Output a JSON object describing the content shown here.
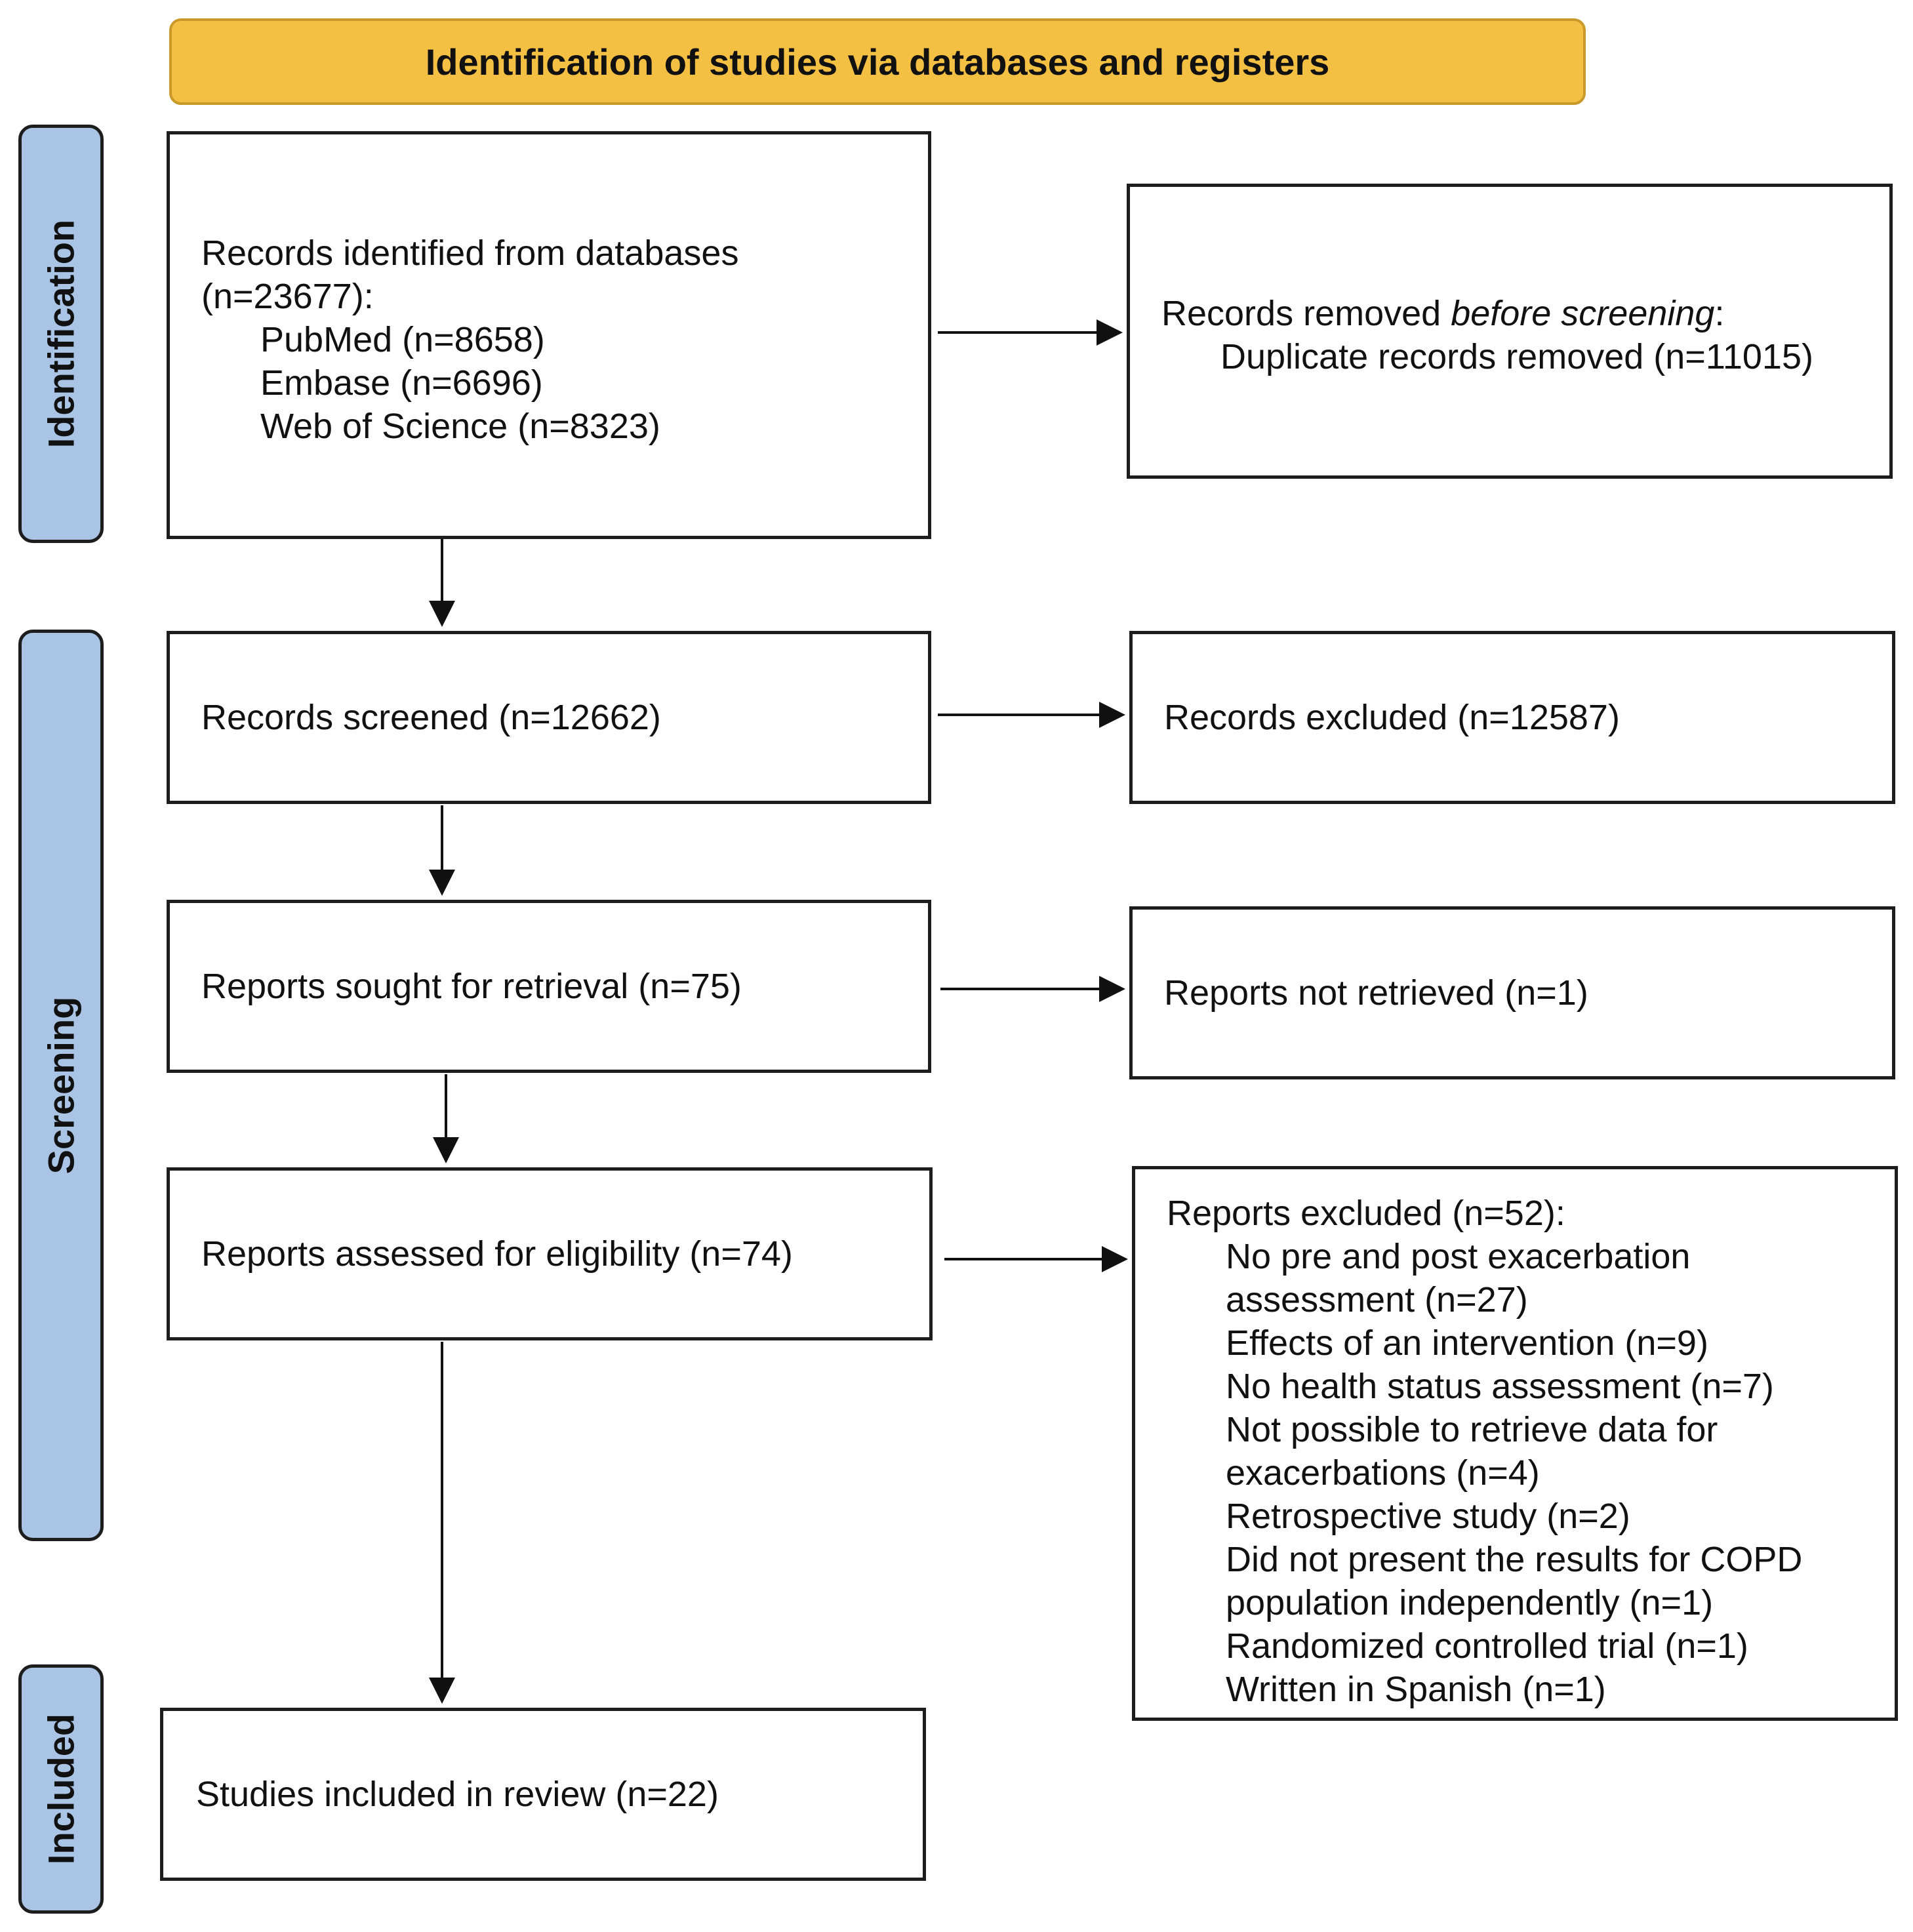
{
  "banner": "Identification of studies via databases and registers",
  "phases": {
    "identification": "Identification",
    "screening": "Screening",
    "included": "Included"
  },
  "records_identified": {
    "line1": "Records identified from databases",
    "line2": "(n=23677):",
    "sources": [
      "PubMed (n=8658)",
      "Embase (n=6696)",
      "Web of Science (n=8323)"
    ]
  },
  "records_removed": {
    "prefix": "Records removed ",
    "italic": "before screening",
    "suffix": ":",
    "detail": "Duplicate records removed (n=11015)"
  },
  "records_screened": "Records screened (n=12662)",
  "records_excluded": "Records excluded (n=12587)",
  "reports_sought": "Reports sought for retrieval (n=75)",
  "reports_not_retrieved": "Reports not retrieved (n=1)",
  "reports_assessed": "Reports assessed for eligibility (n=74)",
  "reports_excluded": {
    "title": "Reports excluded (n=52):",
    "reasons": [
      "No pre and post exacerbation",
      "assessment (n=27)",
      "Effects of an intervention (n=9)",
      "No health status assessment (n=7)",
      "Not possible to retrieve data for",
      "exacerbations (n=4)",
      "Retrospective study (n=2)",
      "Did not present the results for COPD",
      "population independently (n=1)",
      "Randomized controlled trial (n=1)",
      "Written in Spanish (n=1)"
    ]
  },
  "studies_included": "Studies included in review (n=22)",
  "colors": {
    "banner": "#f4c044",
    "phase": "#a9c4e4",
    "border": "#1d1d1d"
  }
}
